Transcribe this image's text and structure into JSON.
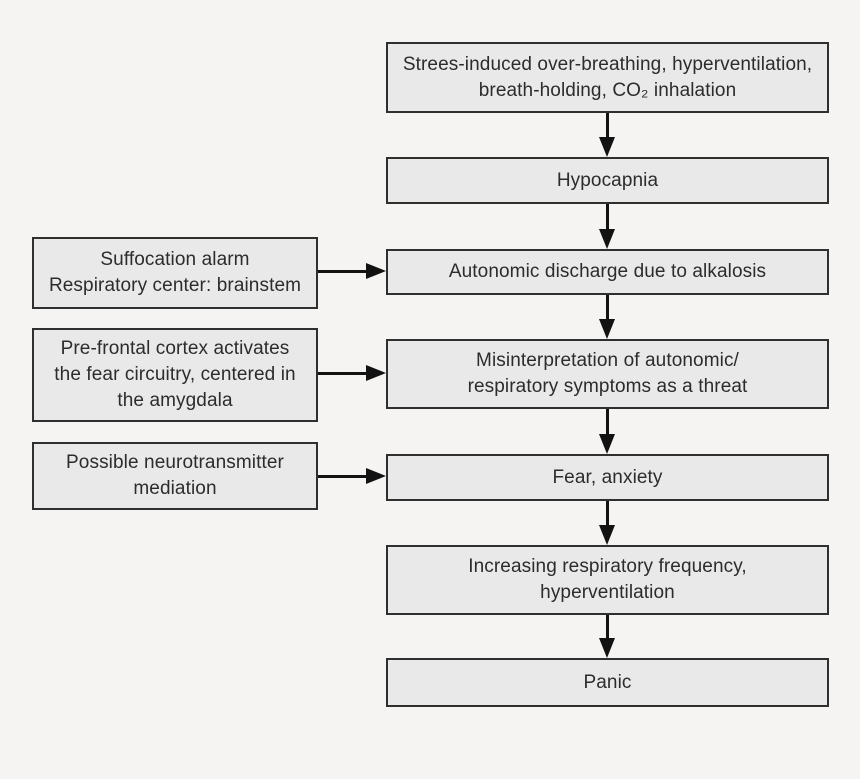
{
  "diagram": {
    "type": "flowchart",
    "topic": "Panic / hyperventilation cascade",
    "colors": {
      "background": "#f5f4f3",
      "box_fill": "#e8e9e8",
      "box_border": "#2f2f2f",
      "arrow": "#121212",
      "text": "#2c2c2c"
    },
    "main_flow": [
      {
        "id": "stress-input",
        "lines": [
          "Strees-induced over-breathing, hyperventilation,",
          "breath-holding, CO₂ inhalation"
        ]
      },
      {
        "id": "hypocapnia",
        "lines": [
          "Hypocapnia"
        ]
      },
      {
        "id": "autonomic-discharge",
        "lines": [
          "Autonomic discharge due to alkalosis"
        ]
      },
      {
        "id": "misinterpretation",
        "lines": [
          "Misinterpretation of autonomic/",
          "respiratory symptoms as a threat"
        ]
      },
      {
        "id": "fear-anxiety",
        "lines": [
          "Fear, anxiety"
        ]
      },
      {
        "id": "increasing-respiratory-frequency",
        "lines": [
          "Increasing respiratory frequency,",
          "hyperventilation"
        ]
      },
      {
        "id": "panic",
        "lines": [
          "Panic"
        ]
      }
    ],
    "side_inputs": [
      {
        "id": "suffocation-alarm",
        "lines": [
          "Suffocation alarm",
          "Respiratory center: brainstem"
        ],
        "points_to": "autonomic-discharge"
      },
      {
        "id": "prefrontal-cortex",
        "lines": [
          "Pre-frontal cortex activates",
          "the fear circuitry, centered in",
          "the amygdala"
        ],
        "points_to": "misinterpretation"
      },
      {
        "id": "neurotransmitter-mediation",
        "lines": [
          "Possible neurotransmitter",
          "mediation"
        ],
        "points_to": "fear-anxiety"
      }
    ]
  }
}
